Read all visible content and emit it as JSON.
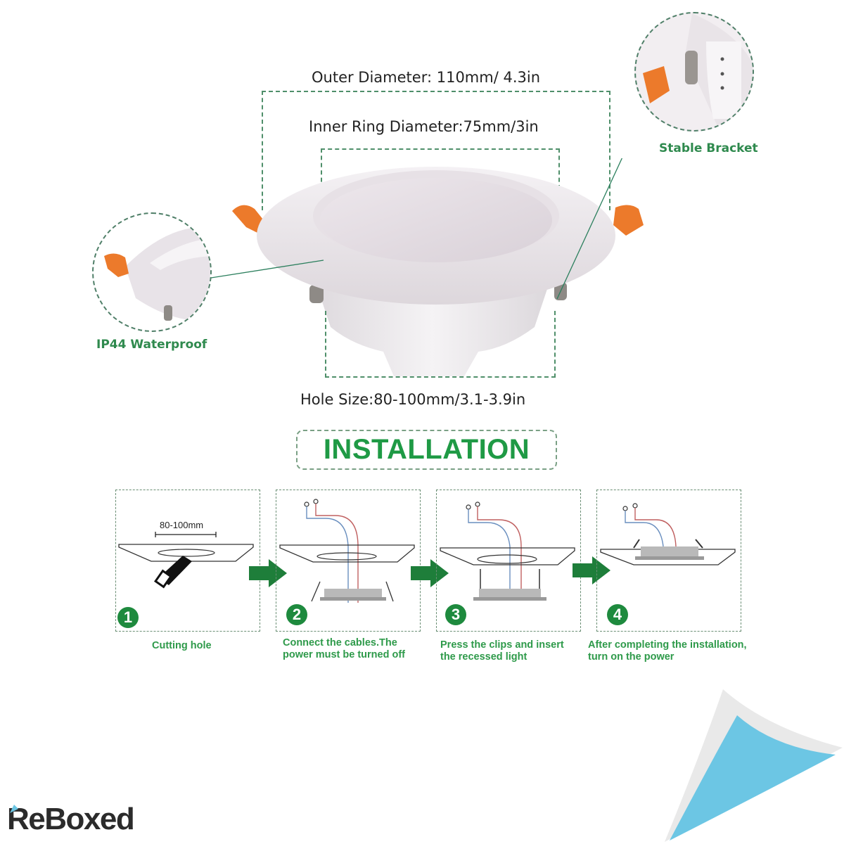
{
  "dimensions": {
    "outer_diameter": "Outer Diameter: 110mm/ 4.3in",
    "inner_ring_diameter": "Inner Ring Diameter:75mm/3in",
    "hole_size": "Hole Size:80-100mm/3.1-3.9in"
  },
  "callouts": {
    "stable_bracket": "Stable Bracket",
    "ip44_waterproof": "IP44 Waterproof"
  },
  "installation": {
    "title": "INSTALLATION",
    "cut_measure": "80-100mm",
    "steps": [
      {
        "number": "1",
        "caption_line1": "Cutting hole",
        "caption_line2": ""
      },
      {
        "number": "2",
        "caption_line1": "Connect the cables.The",
        "caption_line2": "power must be turned off"
      },
      {
        "number": "3",
        "caption_line1": "Press the clips and insert",
        "caption_line2": "the recessed light"
      },
      {
        "number": "4",
        "caption_line1": "After completing the installation,",
        "caption_line2": "turn on the power"
      }
    ]
  },
  "brand": {
    "name": "ReBoxed"
  },
  "colors": {
    "green_accent": "#1f9a45",
    "dash_green": "#4f8f6a",
    "clip_orange": "#ec7a2b",
    "corner_blue": "#6cc6e4"
  }
}
